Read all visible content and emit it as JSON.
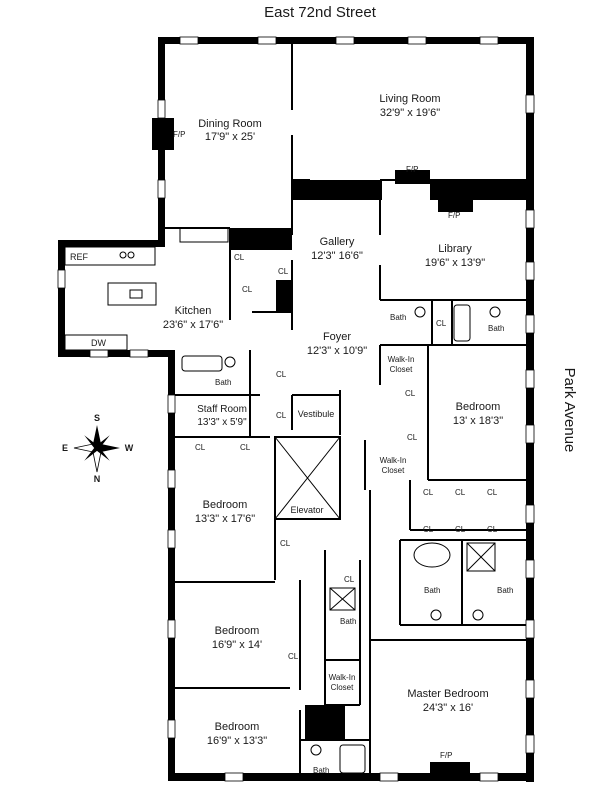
{
  "streets": {
    "north": "East 72nd Street",
    "east": "Park Avenue"
  },
  "compass": {
    "n": "N",
    "s": "S",
    "e": "E",
    "w": "W"
  },
  "rooms": {
    "dining": {
      "name": "Dining Room",
      "size": "17'9\" x 25'"
    },
    "living": {
      "name": "Living Room",
      "size": "32'9\" x 19'6\""
    },
    "gallery": {
      "name": "Gallery",
      "size": "12'3\" 16'6\""
    },
    "library": {
      "name": "Library",
      "size": "19'6\" x 13'9\""
    },
    "kitchen": {
      "name": "Kitchen",
      "size": "23'6\" x 17'6\""
    },
    "foyer": {
      "name": "Foyer",
      "size": "12'3\" x 10'9\""
    },
    "bedroom_east": {
      "name": "Bedroom",
      "size": "13' x 18'3\""
    },
    "staff": {
      "name": "Staff Room",
      "size": "13'3\" x 5'9\""
    },
    "bedroom_mid": {
      "name": "Bedroom",
      "size": "13'3\" x 17'6\""
    },
    "bedroom_lower": {
      "name": "Bedroom",
      "size": "16'9\" x 14'"
    },
    "bedroom_bottom": {
      "name": "Bedroom",
      "size": "16'9\" x 13'3\""
    },
    "master": {
      "name": "Master Bedroom",
      "size": "24'3\" x 16'"
    }
  },
  "labels": {
    "fp": "F/P",
    "cl": "CL",
    "bath": "Bath",
    "ref": "REF",
    "dw": "DW",
    "vestibule": "Vestibule",
    "elevator": "Elevator",
    "walkin_1": "Walk-In",
    "walkin_2": "Closet"
  }
}
